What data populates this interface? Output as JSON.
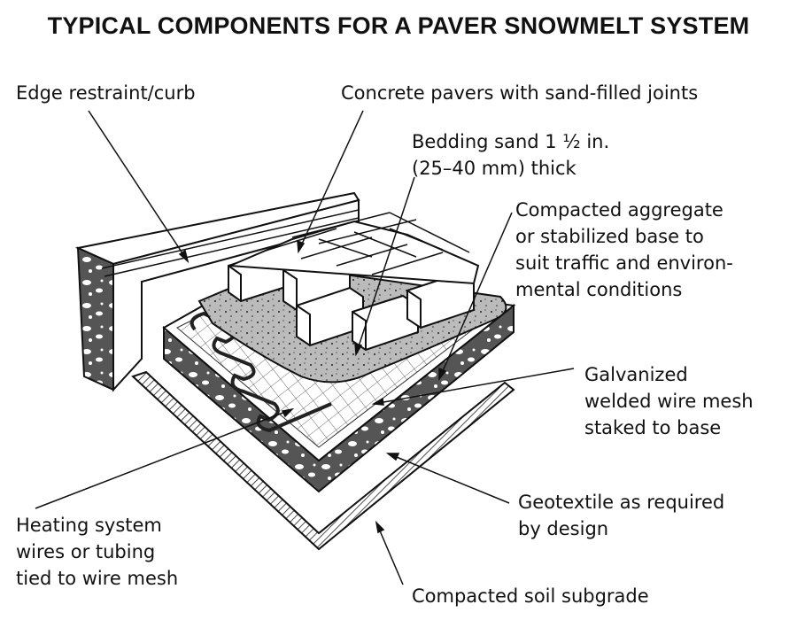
{
  "title": "TYPICAL COMPONENTS FOR A PAVER SNOWMELT SYSTEM",
  "labels": {
    "edge": [
      "Edge restraint/curb"
    ],
    "pavers": [
      "Concrete pavers with sand-filled joints"
    ],
    "bedding": [
      "Bedding sand 1 ½ in.",
      "(25–40 mm) thick"
    ],
    "base": [
      "Compacted aggregate",
      "or stabilized base to",
      "suit traffic and environ-",
      "mental conditions"
    ],
    "mesh": [
      "Galvanized",
      "welded wire mesh",
      "staked to base"
    ],
    "geotextile": [
      "Geotextile as required",
      "by design"
    ],
    "heating": [
      "Heating system",
      "wires or tubing",
      "tied to wire mesh"
    ],
    "subgrade": [
      "Compacted soil subgrade"
    ]
  }
}
